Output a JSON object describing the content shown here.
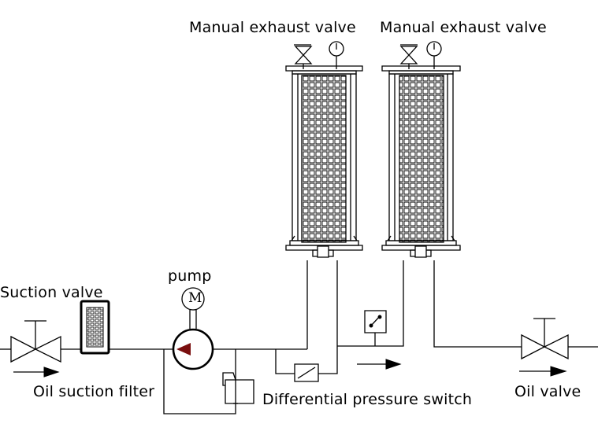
{
  "labels": {
    "exhaust_left": "Manual exhaust valve",
    "exhaust_right": "Manual exhaust valve",
    "pump": "pump",
    "pump_motor": "M",
    "suction_valve": "Suction valve",
    "oil_suction_filter": "Oil suction filter",
    "differential_pressure_switch": "Differential pressure switch",
    "oil_valve": "Oil valve"
  },
  "colors": {
    "line": "#000000",
    "pump_arrow": "#7a0f0f",
    "background": "#ffffff"
  },
  "icons": [
    "valve-icon",
    "filter-icon",
    "pump-icon",
    "motor-icon",
    "gauge-icon",
    "switch-icon",
    "flow-arrow-icon"
  ]
}
